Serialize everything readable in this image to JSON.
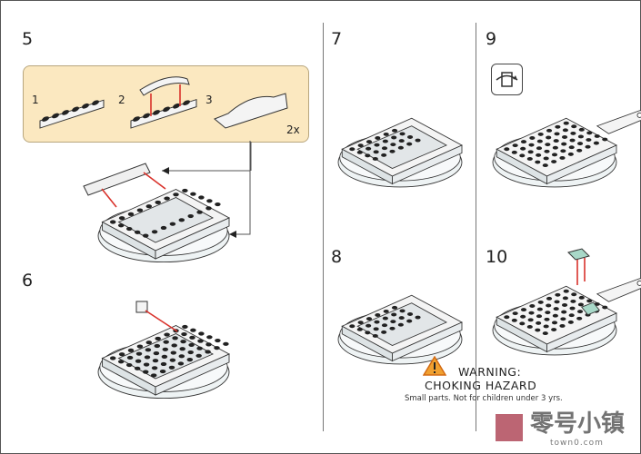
{
  "steps": {
    "s5": "5",
    "s6": "6",
    "s7": "7",
    "s8": "8",
    "s9": "9",
    "s10": "10"
  },
  "callout": {
    "sub1": "1",
    "sub2": "2",
    "sub3": "3",
    "multiplier": "2x"
  },
  "icons": {
    "rotate": "rotate-model-icon",
    "warning": "warning-triangle-icon"
  },
  "warning": {
    "title": "WARNING:",
    "subtitle": "CHOKING HAZARD",
    "detail": "Small parts. Not for children under 3 yrs."
  },
  "watermark": {
    "text": "零号小镇",
    "site": "town0.com"
  },
  "colors": {
    "callout_bg": "#fbe8c0",
    "arrow": "#d9322b",
    "warning": "#f0a030",
    "tile": "#a8d8c8"
  }
}
